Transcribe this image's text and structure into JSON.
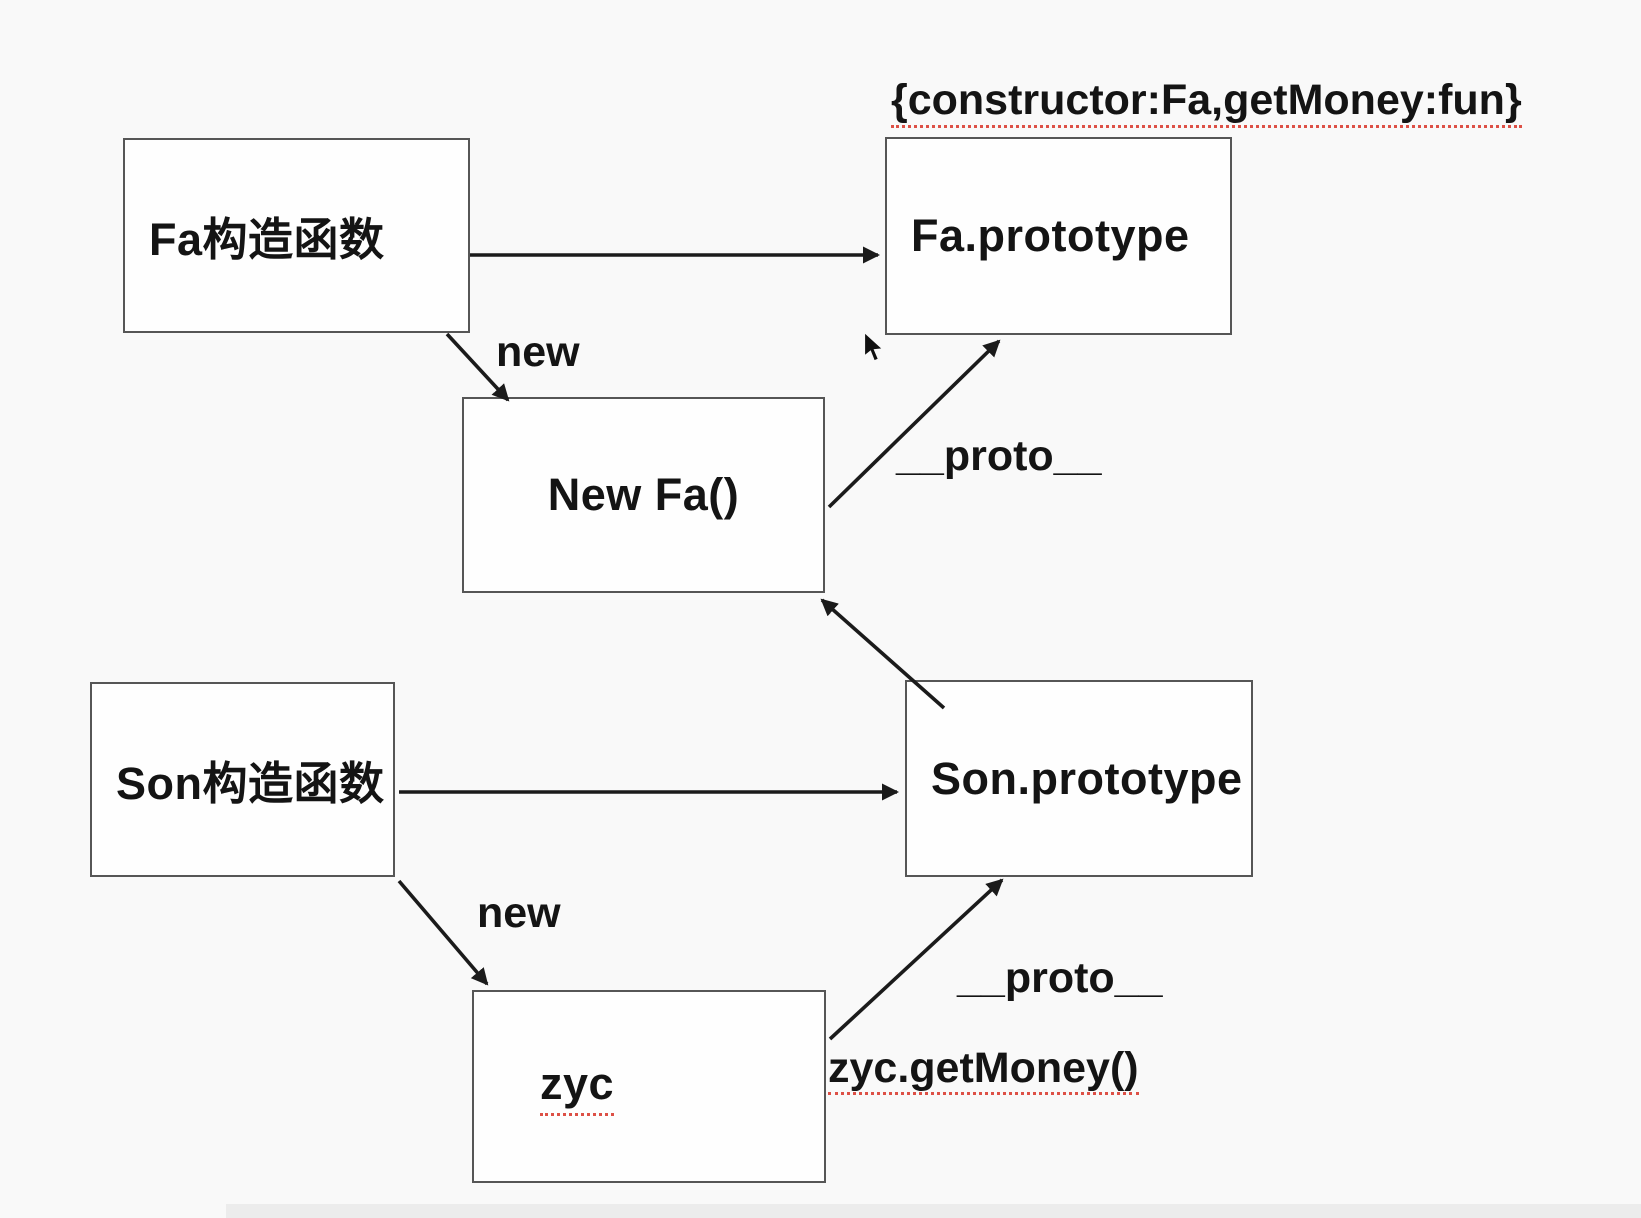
{
  "canvas": {
    "background": "#f9f9f9",
    "box_border_color": "#565656",
    "arrow_color": "#1b1b1b",
    "spellcheck_underline_color": "#dd5046",
    "bottom_bar_color": "#ececec"
  },
  "annotation_label": "{constructor:Fa,getMoney:fun}",
  "boxes": {
    "fa_constructor": "Fa构造函数",
    "fa_prototype": "Fa.prototype",
    "new_fa": "New Fa()",
    "son_constructor": "Son构造函数",
    "son_prototype": "Son.prototype",
    "zyc": "zyc"
  },
  "edge_labels": {
    "new_top": "new",
    "proto_top": "__proto__",
    "new_bottom": "new",
    "proto_bottom": "__proto__",
    "zyc_call": "zyc.getMoney()"
  },
  "edges": [
    {
      "from": "fa_constructor",
      "to": "fa_prototype",
      "label": ""
    },
    {
      "from": "fa_constructor",
      "to": "new_fa",
      "label": "new"
    },
    {
      "from": "new_fa",
      "to": "fa_prototype",
      "label": "__proto__"
    },
    {
      "from": "son_constructor",
      "to": "son_prototype",
      "label": ""
    },
    {
      "from": "son_constructor",
      "to": "zyc",
      "label": "new"
    },
    {
      "from": "zyc",
      "to": "son_prototype",
      "label": "__proto__"
    },
    {
      "from": "son_prototype",
      "to": "new_fa",
      "label": ""
    }
  ]
}
